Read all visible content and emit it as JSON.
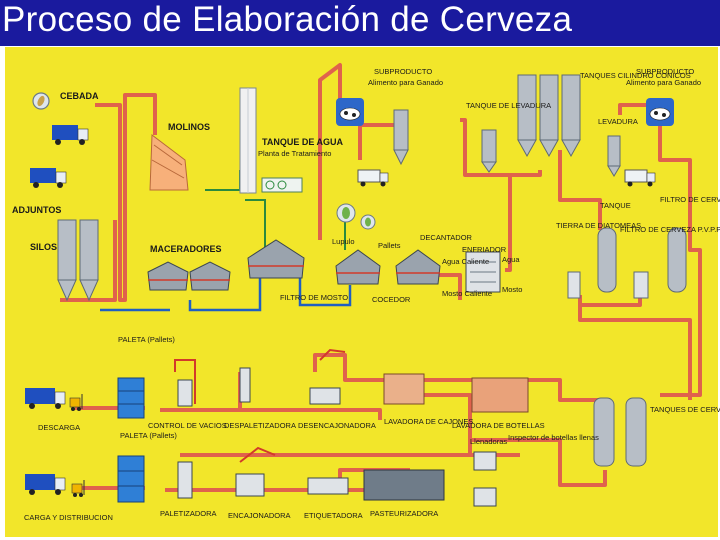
{
  "title": "Proceso de Elaboración de Cerveza",
  "colors": {
    "background": "#ffffff",
    "header_band": "#1a1a9e",
    "diagram_bg": "#f2e62a",
    "pipe": "#e0624c",
    "water_pipe": "#1f5fc2",
    "steel": "#9aa3ad"
  },
  "labels": {
    "cebada": "CEBADA",
    "adjuntos": "ADJUNTOS",
    "silos": "SILOS",
    "molinos": "MOLINOS",
    "maceradores": "MACERADORES",
    "tanque_agua": "TANQUE DE AGUA",
    "planta_tratamiento": "Planta de Tratamiento",
    "subproducto_1": "SUBPRODUCTO",
    "alimento_ganado_1": "Alimento para Ganado",
    "tanque_levadura": "TANQUE DE LEVADURA",
    "tanques_cilindro": "TANQUES CILINDRO CONICOS",
    "levadura": "LEVADURA",
    "subproducto_2": "SUBPRODUCTO",
    "alimento_ganado_2": "Alimento para Ganado",
    "tanque": "TANQUE",
    "filtro_cerveza": "FILTRO DE CERVEZA",
    "lupulo": "Lupulo",
    "pallets": "Pallets",
    "decantador": "DECANTADOR",
    "enfriador": "ENFRIADOR",
    "agua_caliente": "Agua Caliente",
    "mosto_caliente": "Mosto Caliente",
    "agua": "Agua",
    "mosto": "Mosto",
    "filtro_mosto": "FILTRO DE MOSTO",
    "cocedor": "COCEDOR",
    "tierra_diatomeas": "TIERRA DE DIATOMEAS",
    "filtro_pvpp": "FILTRO DE CERVEZA P.V.P.P.",
    "paleta_pallets_1": "PALETA (Pallets)",
    "descarga": "DESCARGA",
    "paleta_pallets_2": "PALETA (Pallets)",
    "control_vacios": "CONTROL DE VACIOS",
    "despaletizadora": "DESPALETIZADORA",
    "desencajonadora": "DESENCAJONADORA",
    "lavadora_cajones": "LAVADORA DE CAJONES",
    "lavadora_botellas": "LAVADORA DE BOTELLAS",
    "llenadoras": "Llenadoras",
    "inspector": "Inspector de botellas llenas",
    "tanques_filtrada": "TANQUES DE CERVEZA FILTRADA",
    "carga_distribucion": "CARGA Y DISTRIBUCION",
    "paletizadora": "PALETIZADORA",
    "encajonadora": "ENCAJONADORA",
    "etiquetadora": "ETIQUETADORA",
    "pasteurizadora": "PASTEURIZADORA"
  },
  "icons": [
    "cow-icon",
    "truck-icon",
    "hop-icon",
    "forklift-icon",
    "silo-icon",
    "vessel-icon",
    "bottle-icon"
  ]
}
